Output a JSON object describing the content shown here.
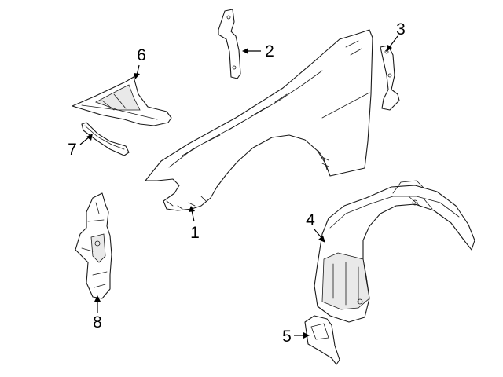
{
  "callouts": {
    "c1": "1",
    "c2": "2",
    "c3": "3",
    "c4": "4",
    "c5": "5",
    "c6": "6",
    "c7": "7",
    "c8": "8"
  },
  "colors": {
    "line": "#1a1a1a",
    "background": "#ffffff",
    "shade": "#e9e9e9"
  }
}
